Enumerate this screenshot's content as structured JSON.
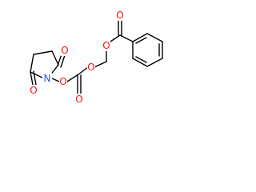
{
  "molecule": {
    "atoms": {
      "o_imide_top": "O",
      "o_imide_bottom": "O",
      "n_imide": "N",
      "o_n": "O",
      "o_carbonate_carbonyl": "O",
      "o_carbonate_ester": "O",
      "o_benzoate_ester": "O",
      "o_benzoate_carbonyl": "O"
    }
  },
  "colors": {
    "oxygen": "#ff0d0d",
    "nitrogen": "#3050f8",
    "bond": "#000000",
    "background": "#ffffff"
  }
}
